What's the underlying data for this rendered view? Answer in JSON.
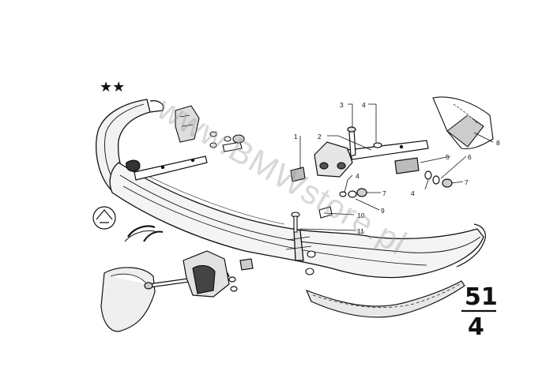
{
  "diagram": {
    "marker": "★★",
    "watermark": "www.BMWstore.pl",
    "section": {
      "group": "51",
      "subgroup": "4"
    },
    "callouts": [
      "1",
      "2",
      "3",
      "4",
      "4",
      "4",
      "5",
      "6",
      "7",
      "7",
      "7",
      "8",
      "9",
      "10",
      "11"
    ]
  }
}
